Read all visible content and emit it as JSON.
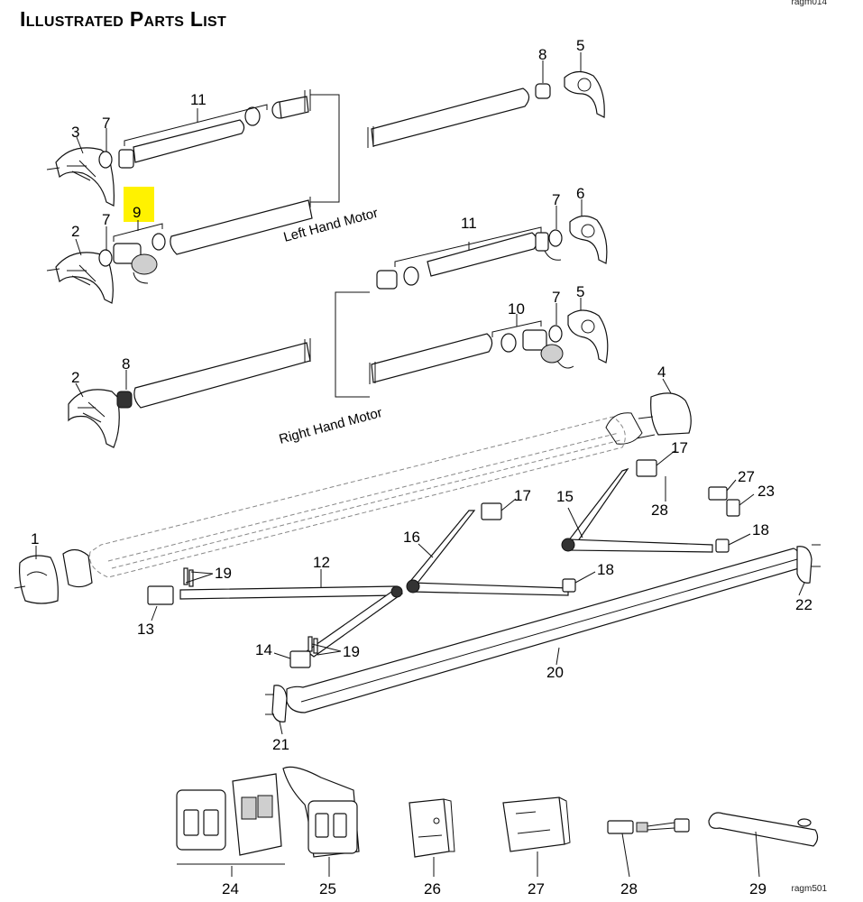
{
  "title": "Illustrated Parts List",
  "ref_codes": {
    "top": "ragm014",
    "bottom": "ragm501"
  },
  "captions": {
    "left_hand_motor": "Left Hand Motor",
    "right_hand_motor": "Right Hand Motor"
  },
  "highlight": {
    "part": "9",
    "color": "#FFF200"
  },
  "callouts": {
    "c11a": "11",
    "c8a": "8",
    "c5a": "5",
    "c3": "3",
    "c7a": "7",
    "c9": "9",
    "c7b": "7",
    "c2a": "2",
    "c7c": "7",
    "c6": "6",
    "c11b": "11",
    "c10": "10",
    "c7d": "7",
    "c5b": "5",
    "c2b": "2",
    "c8b": "8",
    "c4": "4",
    "c17a": "17",
    "c17b": "17",
    "c27": "27",
    "c23": "23",
    "c28a": "28",
    "c15": "15",
    "c16": "16",
    "c18a": "18",
    "c18b": "18",
    "c1": "1",
    "c12": "12",
    "c19a": "19",
    "c19b": "19",
    "c13": "13",
    "c14": "14",
    "c22": "22",
    "c20": "20",
    "c21": "21",
    "c24": "24",
    "c25": "25",
    "c26": "26",
    "c27b": "27",
    "c28b": "28",
    "c29": "29"
  }
}
